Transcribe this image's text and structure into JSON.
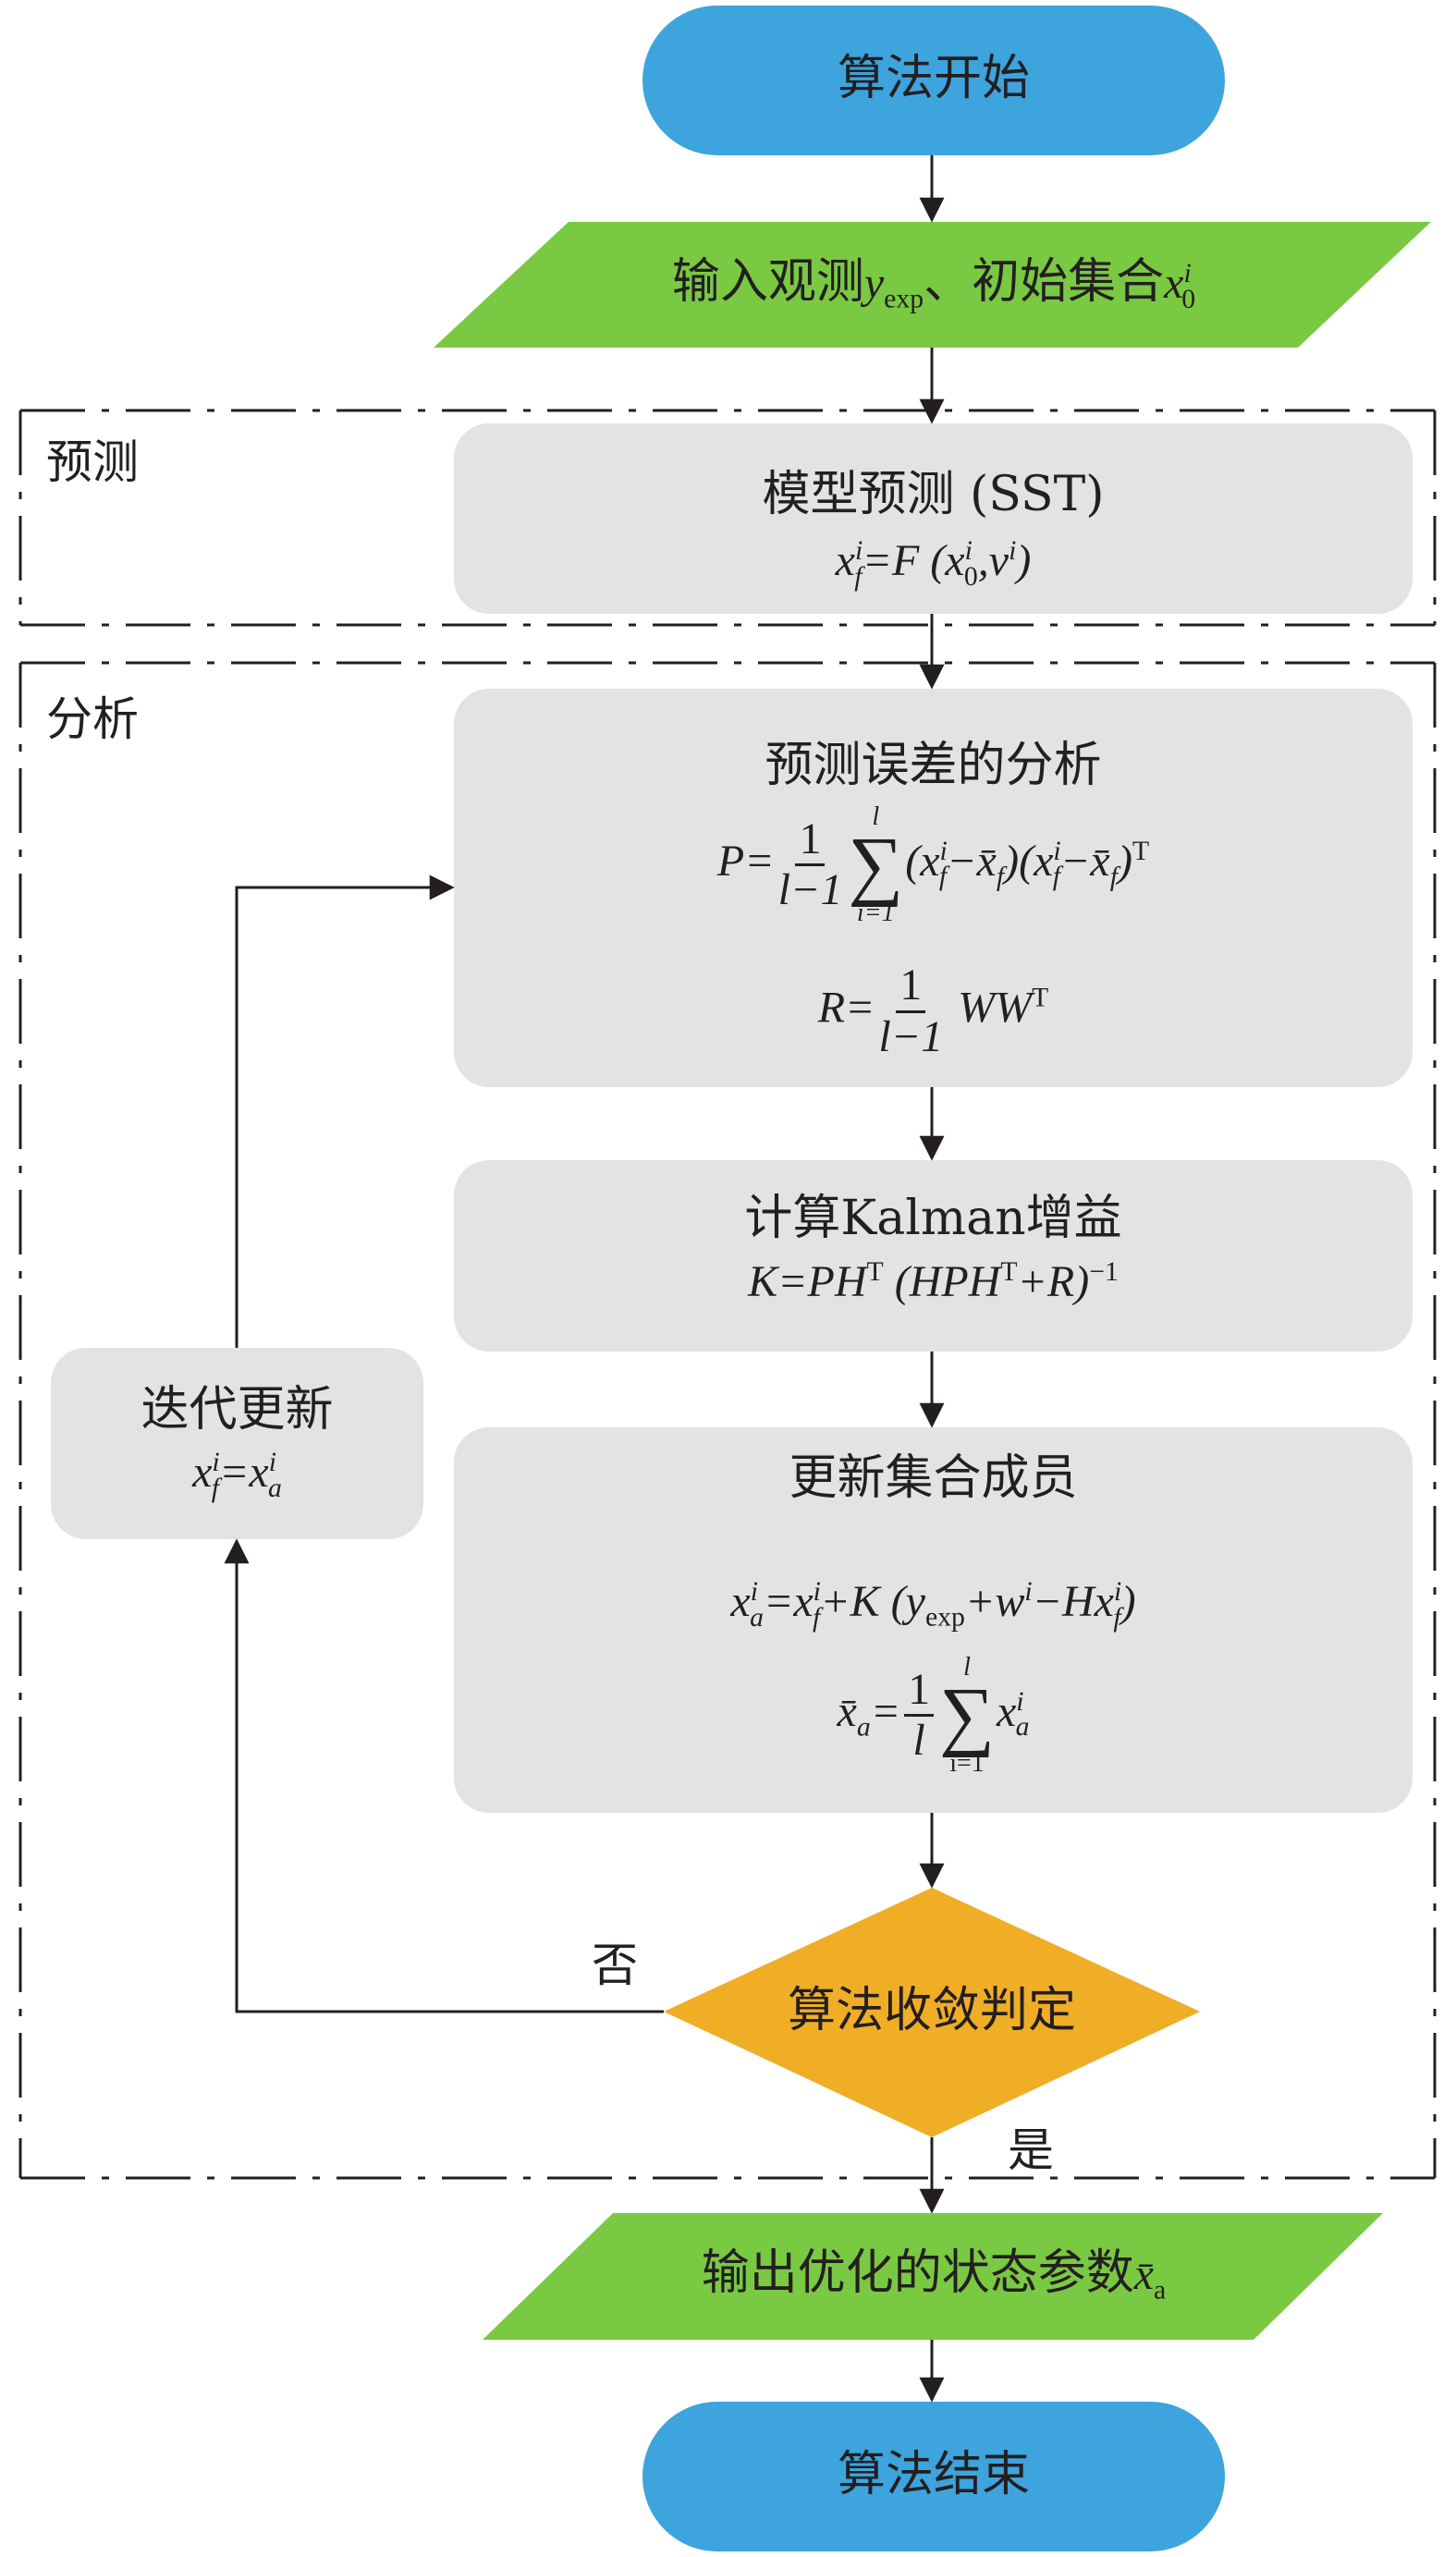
{
  "colors": {
    "terminal": "#3da4dd",
    "io": "#7ac943",
    "process": "#e3e3e3",
    "decision": "#f0ad26",
    "line": "#231f20"
  },
  "regions": {
    "predict_label": "预测",
    "analysis_label": "分析"
  },
  "nodes": {
    "start": {
      "label": "算法开始"
    },
    "input": {
      "prefix": "输入观测",
      "y": "y",
      "y_sub": "exp",
      "sep": "、初始集合",
      "x": "x",
      "x_sub": "0",
      "x_sup": "i"
    },
    "model": {
      "title": "模型预测 (SST)"
    },
    "error": {
      "title": "预测误差的分析"
    },
    "gain": {
      "title": "计算Kalman增益"
    },
    "update": {
      "title": "更新集合成员"
    },
    "decision": {
      "label": "算法收敛判定"
    },
    "iterate": {
      "title": "迭代更新"
    },
    "output": {
      "label": "输出优化的状态参数",
      "x": "x̄",
      "x_sub": "a"
    },
    "end": {
      "label": "算法结束"
    }
  },
  "edges": {
    "no_label": "否",
    "yes_label": "是"
  }
}
